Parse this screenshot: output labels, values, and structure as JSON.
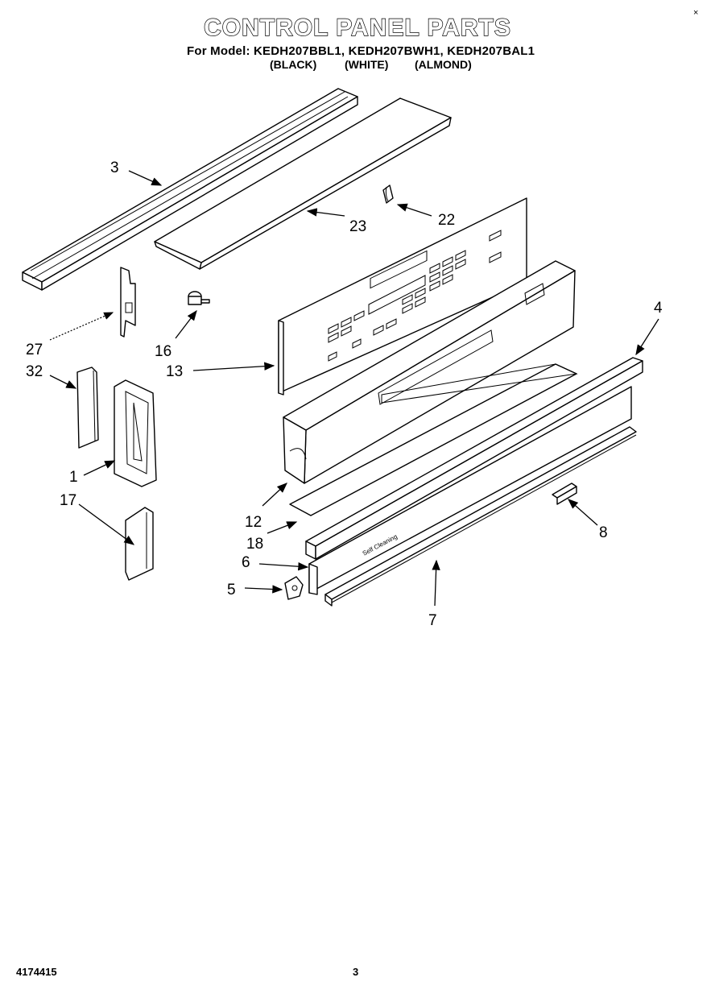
{
  "header": {
    "title": "CONTROL PANEL PARTS",
    "model_line": "For Model: KEDH207BBL1, KEDH207BWH1, KEDH207BAL1",
    "variants": [
      "(BLACK)",
      "(WHITE)",
      "(ALMOND)"
    ]
  },
  "callouts": {
    "c1": "1",
    "c3": "3",
    "c4": "4",
    "c5": "5",
    "c6": "6",
    "c7": "7",
    "c8": "8",
    "c12": "12",
    "c13": "13",
    "c16": "16",
    "c17": "17",
    "c18": "18",
    "c22": "22",
    "c23": "23",
    "c27": "27",
    "c32": "32"
  },
  "trim_text": "Self Cleaning",
  "footer": {
    "doc_number": "4174415",
    "page": "3"
  },
  "corner_mark": "×"
}
